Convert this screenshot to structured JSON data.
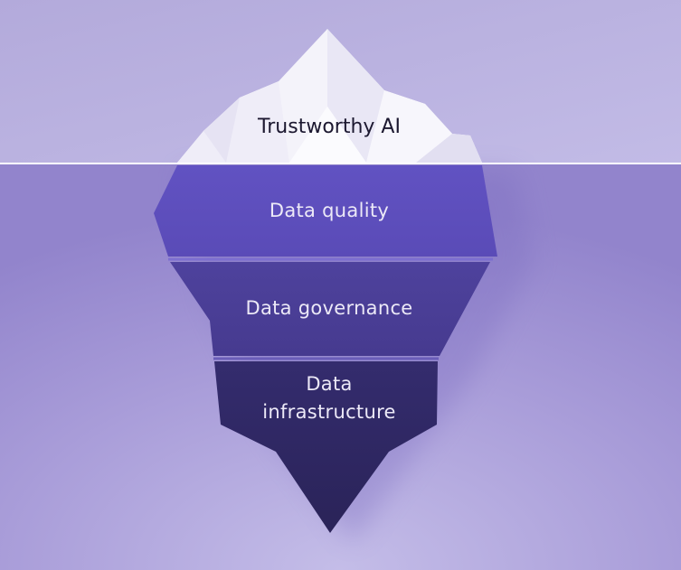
{
  "diagram": {
    "tip_label": "Trustworthy AI",
    "layers": [
      {
        "lines": [
          "Data quality"
        ]
      },
      {
        "lines": [
          "Data governance"
        ]
      },
      {
        "lines": [
          "Data",
          "infrastructure"
        ]
      }
    ]
  },
  "colors": {
    "sky": "#b9b1df",
    "water": "#9d8fd3",
    "waterline": "#ffffff",
    "ice_light": "#ffffff",
    "ice_shade": "#e6e3f3",
    "layer_quality": "#5f50bd",
    "layer_governance": "#4a3e96",
    "layer_infrastructure": "#2f2863"
  }
}
